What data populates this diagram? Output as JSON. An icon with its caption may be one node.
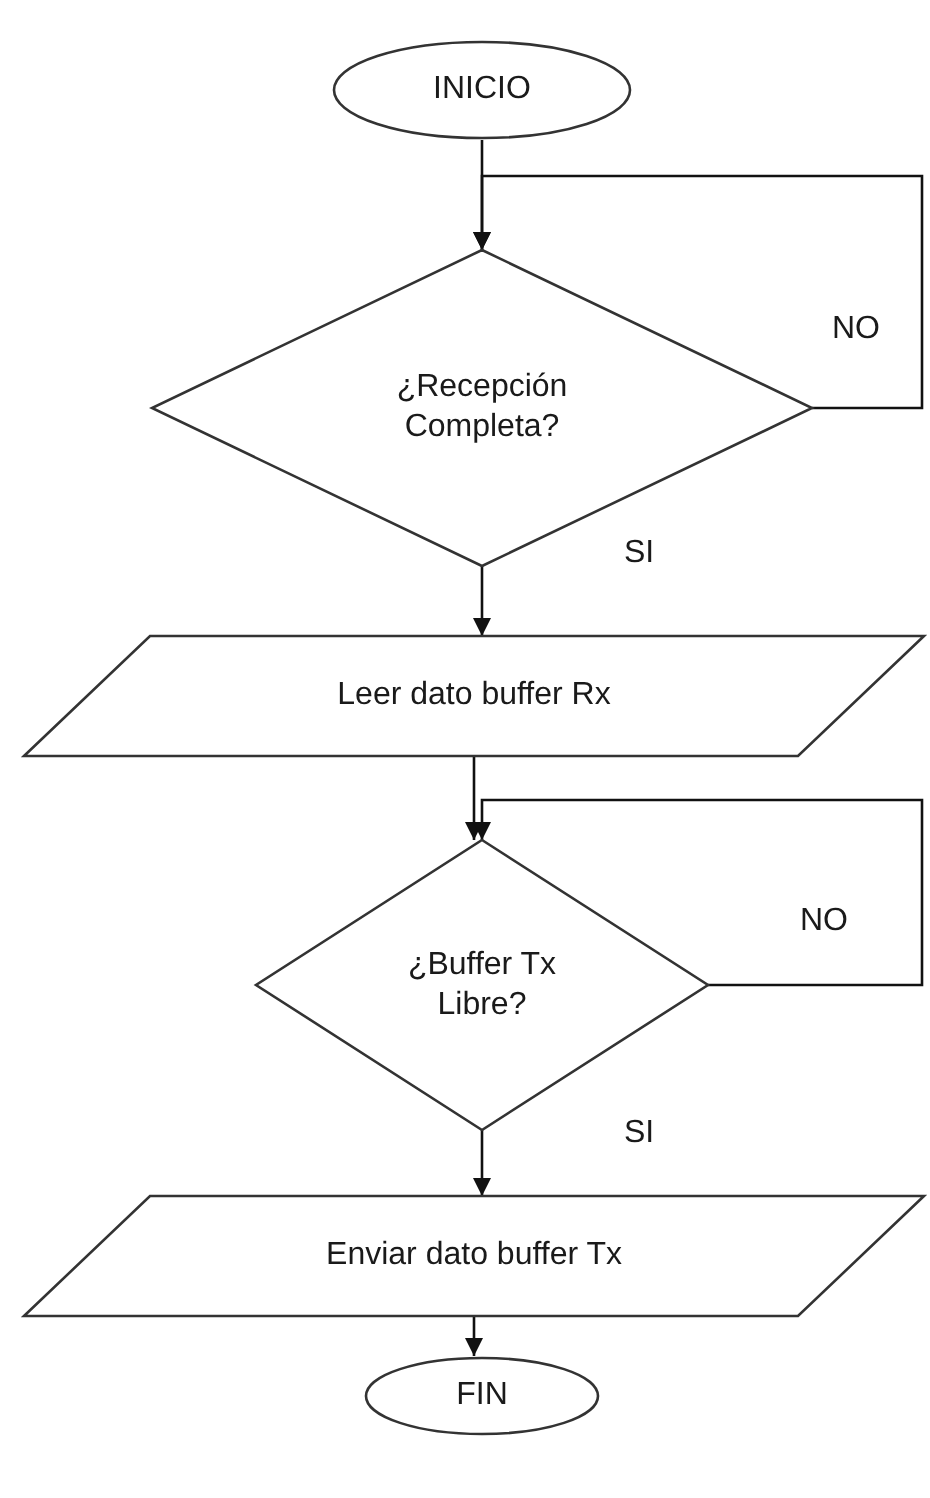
{
  "diagram": {
    "nodes": [
      {
        "text": [
          "INICIO"
        ]
      },
      {
        "text": [
          "¿Recepción Completa?"
        ]
      },
      {
        "text": [
          "Leer dato buffer Rx"
        ]
      },
      {
        "text": [
          "¿Buffer Tx Libre?"
        ]
      },
      {
        "text": [
          "Enviar dato buffer Tx"
        ]
      },
      {
        "text": [
          "FIN"
        ]
      }
    ],
    "edges": [
      {
        "from": 0,
        "to": 1,
        "arrow": "to"
      },
      {
        "from": 1,
        "to": 1,
        "arrow": "to",
        "label": "NO"
      },
      {
        "from": 1,
        "to": 2,
        "arrow": "to",
        "label": "SI"
      },
      {
        "from": 2,
        "to": 3,
        "arrow": "to"
      },
      {
        "from": 3,
        "to": 3,
        "arrow": "to",
        "label": "NO"
      },
      {
        "from": 3,
        "to": 4,
        "arrow": "to",
        "label": "SI"
      },
      {
        "from": 4,
        "to": 5,
        "arrow": "to"
      }
    ]
  }
}
